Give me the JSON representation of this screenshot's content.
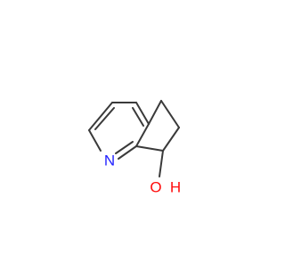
{
  "molecule": {
    "atoms": [
      {
        "id": "N",
        "text": "N",
        "color": "#2222ff"
      },
      {
        "id": "O",
        "text": "O",
        "color": "#ff0d0d"
      },
      {
        "id": "H",
        "text": "H",
        "color": "#ff0d0d"
      }
    ]
  }
}
